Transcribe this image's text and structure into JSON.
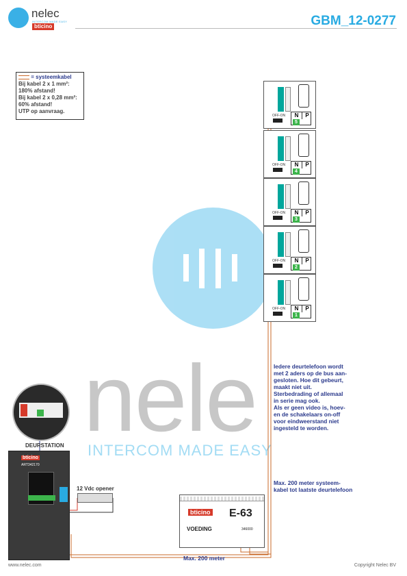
{
  "header": {
    "brand": "nelec",
    "brand_sub": "INTERCOM MADE EASY",
    "sub_brand": "bticino",
    "doc_id": "GBM_12-0277"
  },
  "legend": {
    "title": "= systeemkabel",
    "lines": [
      "Bij kabel 2 x 1 mm²:",
      "180% afstand!",
      "Bij kabel 2 x 0,28 mm²:",
      "60% afstand!",
      "UTP op aanvraag."
    ]
  },
  "watermark": {
    "word": "nele",
    "tagline": "INTERCOM MADE EASY"
  },
  "handsets": [
    {
      "n": "N",
      "p": "P",
      "num": "5",
      "switch": "OFF-ON"
    },
    {
      "n": "N",
      "p": "P",
      "num": "4",
      "switch": "OFF-ON"
    },
    {
      "n": "N",
      "p": "P",
      "num": "3",
      "switch": "OFF-ON"
    },
    {
      "n": "N",
      "p": "P",
      "num": "2",
      "switch": "OFF-ON"
    },
    {
      "n": "N",
      "p": "P",
      "num": "1",
      "switch": "OFF-ON"
    }
  ],
  "note_main": [
    "Iedere deurtelefoon wordt",
    "met 2 aders op de bus aan-",
    "gesloten. Hoe dit gebeurt,",
    "maakt niet uit.",
    "Sterbedrading of allemaal",
    "in serie mag ook.",
    "Als er geen video is, hoev-",
    "en de schakelaars on-off",
    "voor eindweerstand niet",
    "ingesteld te worden."
  ],
  "note_distance": [
    "Max. 200 meter systeem-",
    "kabel tot laatste deurtelefoon"
  ],
  "door": {
    "label": "DEURSTATION",
    "brand": "bticino",
    "art": "ART342170"
  },
  "opener": {
    "label": "12 Vdc opener"
  },
  "psu": {
    "brand": "bticino",
    "model": "E-63",
    "label": "VOEDING",
    "code": "346000"
  },
  "max_bottom": "Max. 200 meter",
  "footer": {
    "left": "www.nelec.com",
    "right": "Copyright Nelec BV"
  },
  "colors": {
    "accent": "#29abe2",
    "note": "#2b3a8c",
    "brand_red": "#d63a2a",
    "terminal": "#00a69c",
    "led_green": "#3cb44b"
  }
}
